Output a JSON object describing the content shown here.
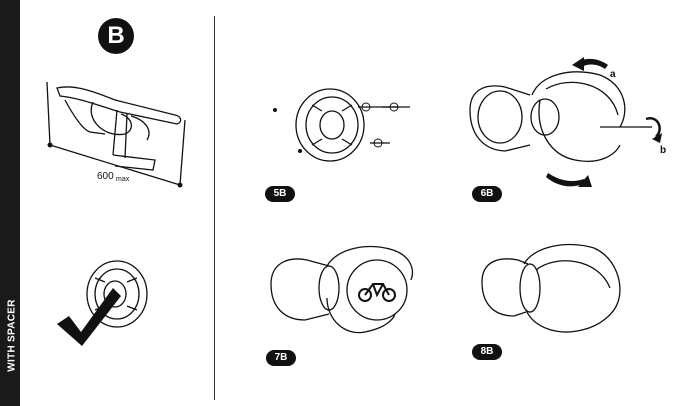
{
  "sidebar": {
    "label": "WITH SPACER"
  },
  "header": {
    "variant_badge": "B"
  },
  "panels": {
    "handlebar": {
      "measure_value": "600",
      "measure_unit": "max"
    },
    "step5": {
      "label": "5B"
    },
    "step6": {
      "label": "6B",
      "arrow_a": "a",
      "arrow_b": "b"
    },
    "step7": {
      "label": "7B"
    },
    "step8": {
      "label": "8B"
    }
  }
}
